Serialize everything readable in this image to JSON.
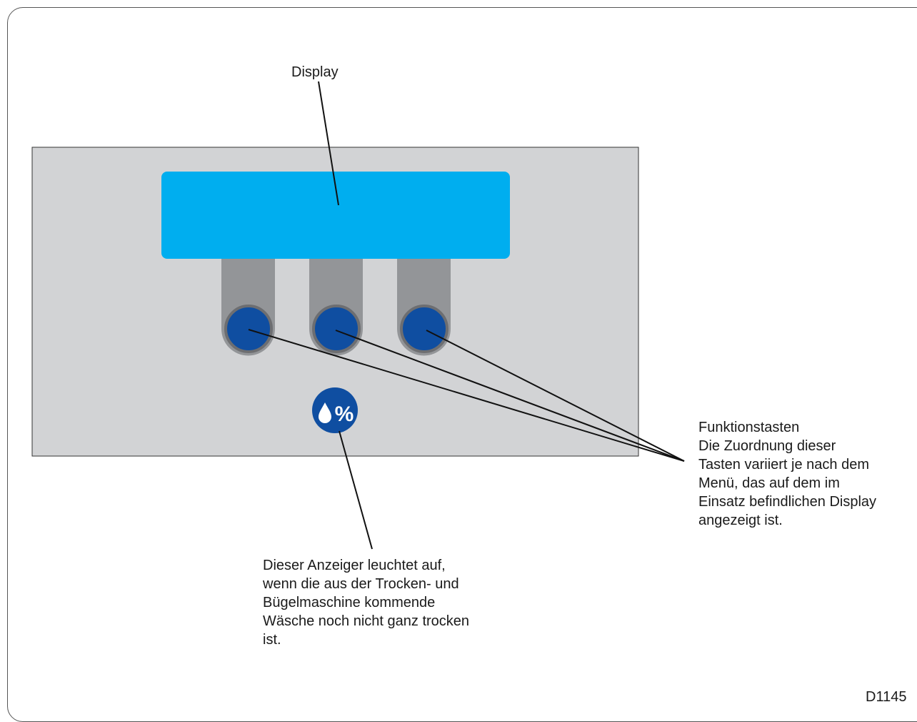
{
  "labels": {
    "display": "Display",
    "function_keys": [
      "Funktionstasten",
      "Die Zuordnung dieser",
      "Tasten variiert je nach dem",
      "Menü, das auf dem im",
      "Einsatz befindlichen Display",
      "angezeigt ist."
    ],
    "indicator": [
      "Dieser Anzeiger leuchtet auf,",
      "wenn die aus der Trocken- und",
      "Bügelmaschine kommende",
      "Wäsche noch nicht ganz trocken",
      "ist."
    ],
    "figure_code": "D1145",
    "indicator_symbol": "%"
  },
  "icons": {
    "indicator": "water-drop-percent-icon"
  },
  "colors": {
    "panel": "#d2d3d5",
    "display": "#00aeef",
    "key_slot": "#939598",
    "key": "#0f4ea1",
    "key_rim": "#6d6e71"
  }
}
